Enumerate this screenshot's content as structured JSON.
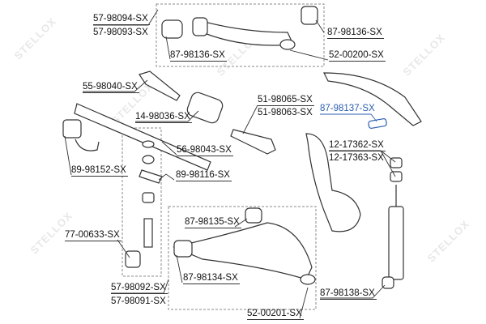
{
  "watermark": "STELLOX",
  "colors": {
    "highlight": "#2a5db0",
    "text": "#111111"
  },
  "labels": {
    "l1a": "57-98094-SX",
    "l1b": "57-98093-SX",
    "l2": "87-98136-SX",
    "l3": "87-98136-SX",
    "l4": "52-00200-SX",
    "l5": "55-98040-SX",
    "l6a": "51-98065-SX",
    "l6b": "51-98063-SX",
    "l7": "87-98137-SX",
    "l8": "14-98036-SX",
    "l9": "56-98043-SX",
    "l10a": "12-17362-SX",
    "l10b": "12-17363-SX",
    "l11": "89-98152-SX",
    "l12": "89-98116-SX",
    "l13": "87-98135-SX",
    "l14": "77-00633-SX",
    "l15": "87-98134-SX",
    "l16a": "57-98092-SX",
    "l16b": "57-98091-SX",
    "l17": "87-98138-SX",
    "l18": "52-00201-SX"
  }
}
